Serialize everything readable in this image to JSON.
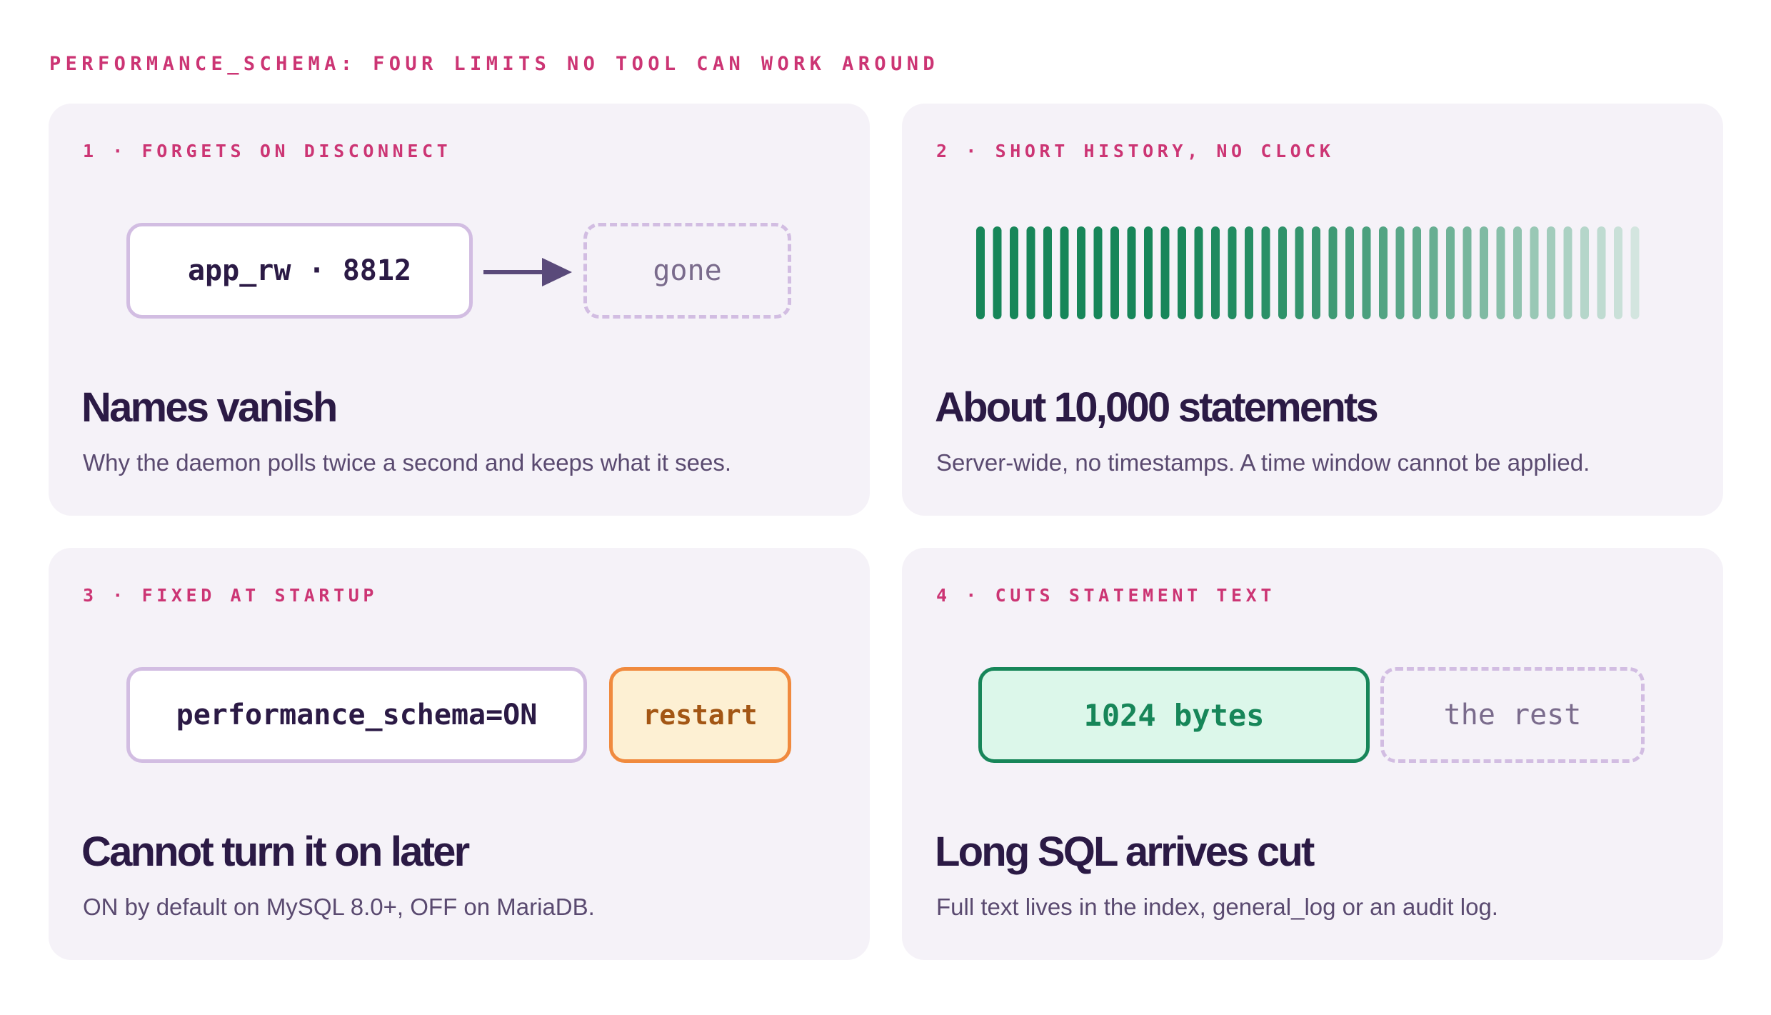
{
  "heading": "PERFORMANCE_SCHEMA: FOUR LIMITS NO TOOL CAN WORK AROUND",
  "cards": [
    {
      "kicker": "1 · FORGETS ON DISCONNECT",
      "title": "Names vanish",
      "text": "Why the daemon polls twice a second and keeps what it sees.",
      "session_label": "app_rw · 8812",
      "gone_label": "gone",
      "arrow_icon": "arrow-right-icon"
    },
    {
      "kicker": "2 · SHORT HISTORY, NO CLOCK",
      "title": "About 10,000 statements",
      "text": "Server-wide, no timestamps. A time window cannot be applied.",
      "bar_colors": {
        "strong": "#178659",
        "faded": "#d3e5df"
      }
    },
    {
      "kicker": "3 · FIXED AT STARTUP",
      "title": "Cannot turn it on later",
      "text": "ON by default on MySQL 8.0+, OFF on MariaDB.",
      "config_label": "performance_schema=ON",
      "restart_label": "restart"
    },
    {
      "kicker": "4 · CUTS STATEMENT TEXT",
      "title": "Long SQL arrives cut",
      "text": "Full text lives in the index, general_log or an audit log.",
      "kept_label": "1024 bytes",
      "cut_label": "the rest"
    }
  ],
  "colors": {
    "accent": "#cc3574",
    "card_bg": "#f5f2f8",
    "title": "#2b1a45",
    "body_text": "#5a4a70",
    "pill_border": "#d2bde2",
    "arrow": "#5a4a7a",
    "restart_border": "#f08a3e",
    "restart_fill": "#fdf0d3",
    "bytes_border": "#178659",
    "bytes_fill": "#dcf7ea"
  }
}
